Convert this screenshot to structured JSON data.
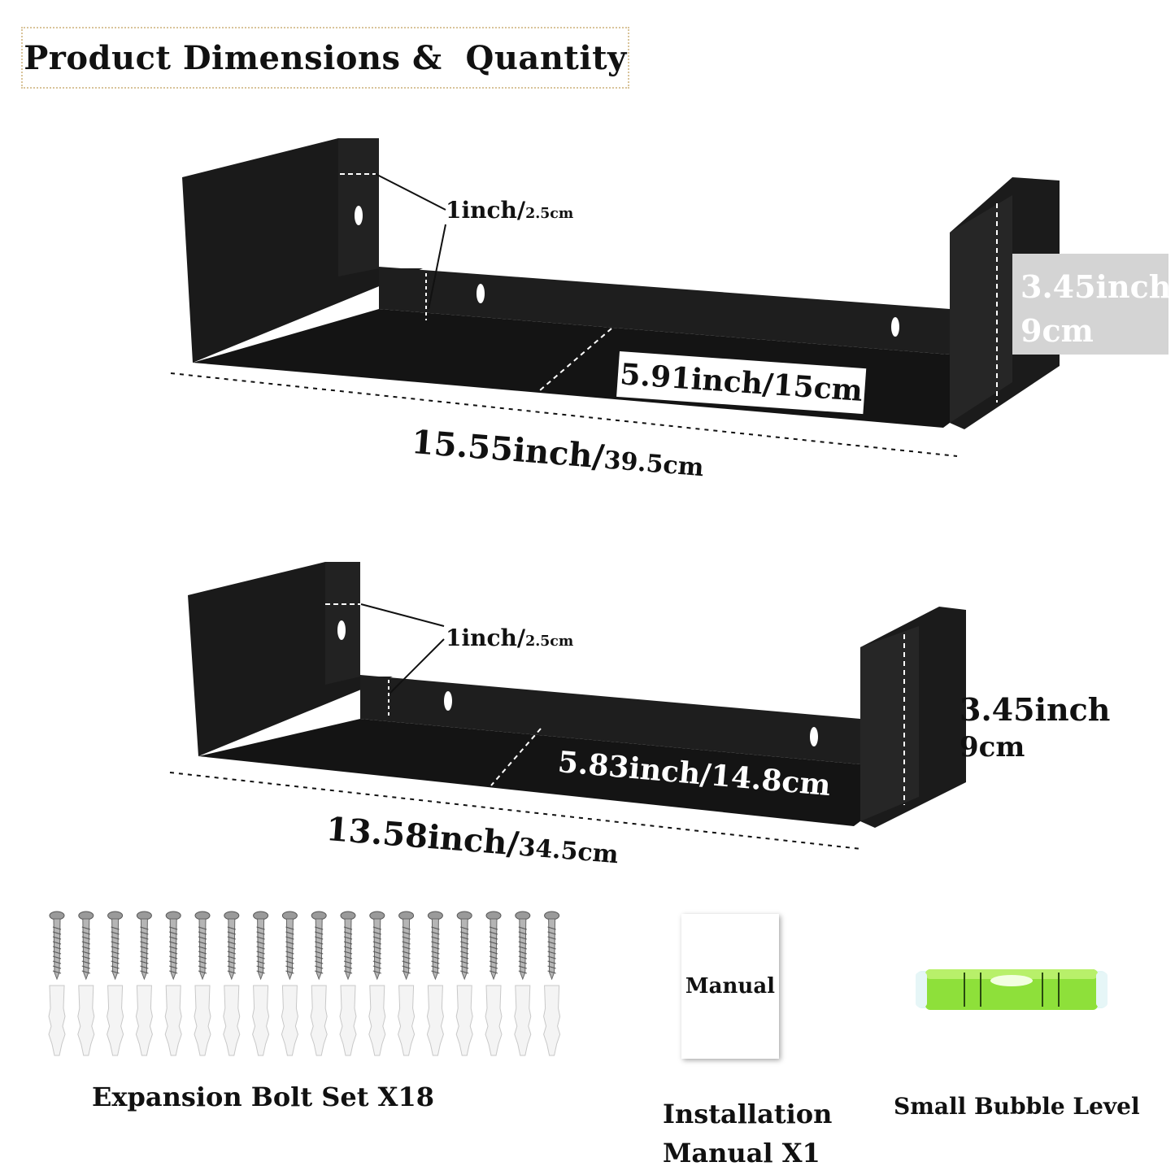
{
  "title": "Product Dimensions &  Quantity",
  "shelf_large": {
    "depth_label": "1inch/",
    "depth_label_small": "2.5cm",
    "inner_label": "5.91inch/15cm",
    "height_line1": "3.45inch",
    "height_line2": "9cm",
    "length_main": "15.55inch/",
    "length_small": "39.5cm"
  },
  "shelf_small": {
    "depth_label": "1inch/",
    "depth_label_small": "2.5cm",
    "inner_label": "5.83inch/14.8cm",
    "height_line1": "3.45inch",
    "height_line2": "9cm",
    "length_main": "13.58inch/",
    "length_small": "34.5cm"
  },
  "accessories": {
    "bolts_caption": "Expansion Bolt Set X18",
    "bolt_count": 18,
    "manual_card": "Manual",
    "manual_caption_line1": "Installation",
    "manual_caption_line2": "Manual X1",
    "level_caption": "Small Bubble Level"
  },
  "colors": {
    "shelf": "#141414",
    "shelf_dark": "#050505",
    "level_green": "#8ee03a",
    "title_border": "#d9c49a"
  }
}
